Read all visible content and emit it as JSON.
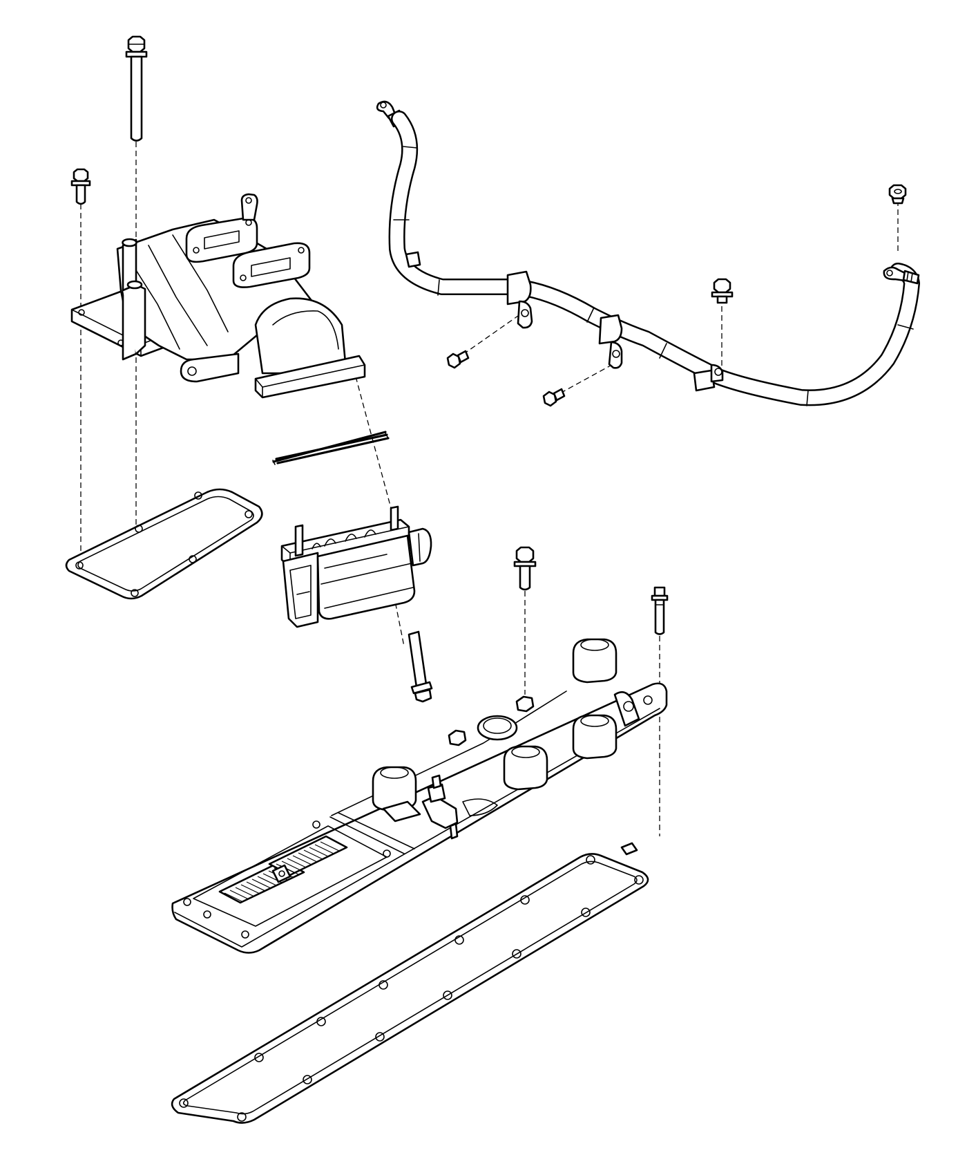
{
  "diagram": {
    "type": "exploded-parts-view",
    "line_color": "#000000",
    "background_color": "#ffffff",
    "parts": [
      {
        "name": "long-bolt",
        "icon": "bolt-icon"
      },
      {
        "name": "short-bolt",
        "icon": "bolt-icon"
      },
      {
        "name": "air-inlet-housing",
        "icon": "manifold-icon"
      },
      {
        "name": "square-gasket",
        "icon": "gasket-icon"
      },
      {
        "name": "o-ring-seal",
        "icon": "seal-icon"
      },
      {
        "name": "intake-heater-grid",
        "icon": "heater-icon"
      },
      {
        "name": "heater-bolt",
        "icon": "bolt-icon"
      },
      {
        "name": "wiring-harness",
        "icon": "harness-icon"
      },
      {
        "name": "harness-nut",
        "icon": "nut-icon"
      },
      {
        "name": "harness-bolts",
        "icon": "bolt-icon"
      },
      {
        "name": "intake-manifold-cover",
        "icon": "cover-icon"
      },
      {
        "name": "cover-gasket",
        "icon": "gasket-icon"
      },
      {
        "name": "stud",
        "icon": "stud-icon"
      }
    ]
  }
}
